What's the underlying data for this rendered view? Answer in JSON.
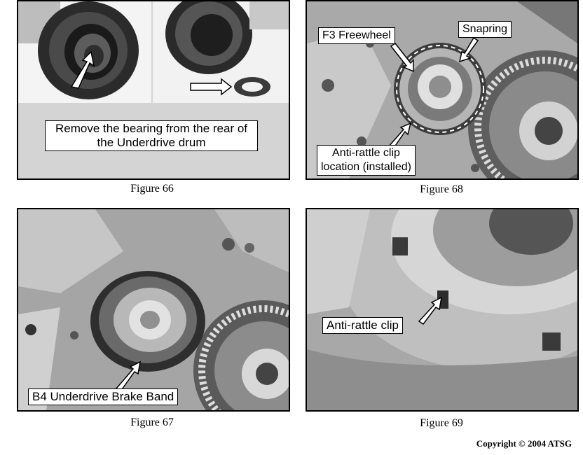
{
  "figures": {
    "fig66": {
      "caption": "Figure 66",
      "callout_line1": "Remove the bearing from the rear of",
      "callout_line2": "the Underdrive drum"
    },
    "fig67": {
      "caption": "Figure 67",
      "callout": "B4 Underdrive Brake Band"
    },
    "fig68": {
      "caption": "Figure 68",
      "callout_freewheel": "F3 Freewheel",
      "callout_snapring": "Snapring",
      "callout_clip_line1": "Anti-rattle clip",
      "callout_clip_line2": "location (installed)"
    },
    "fig69": {
      "caption": "Figure 69",
      "callout": "Anti-rattle clip"
    }
  },
  "copyright": "Copyright © 2004 ATSG"
}
